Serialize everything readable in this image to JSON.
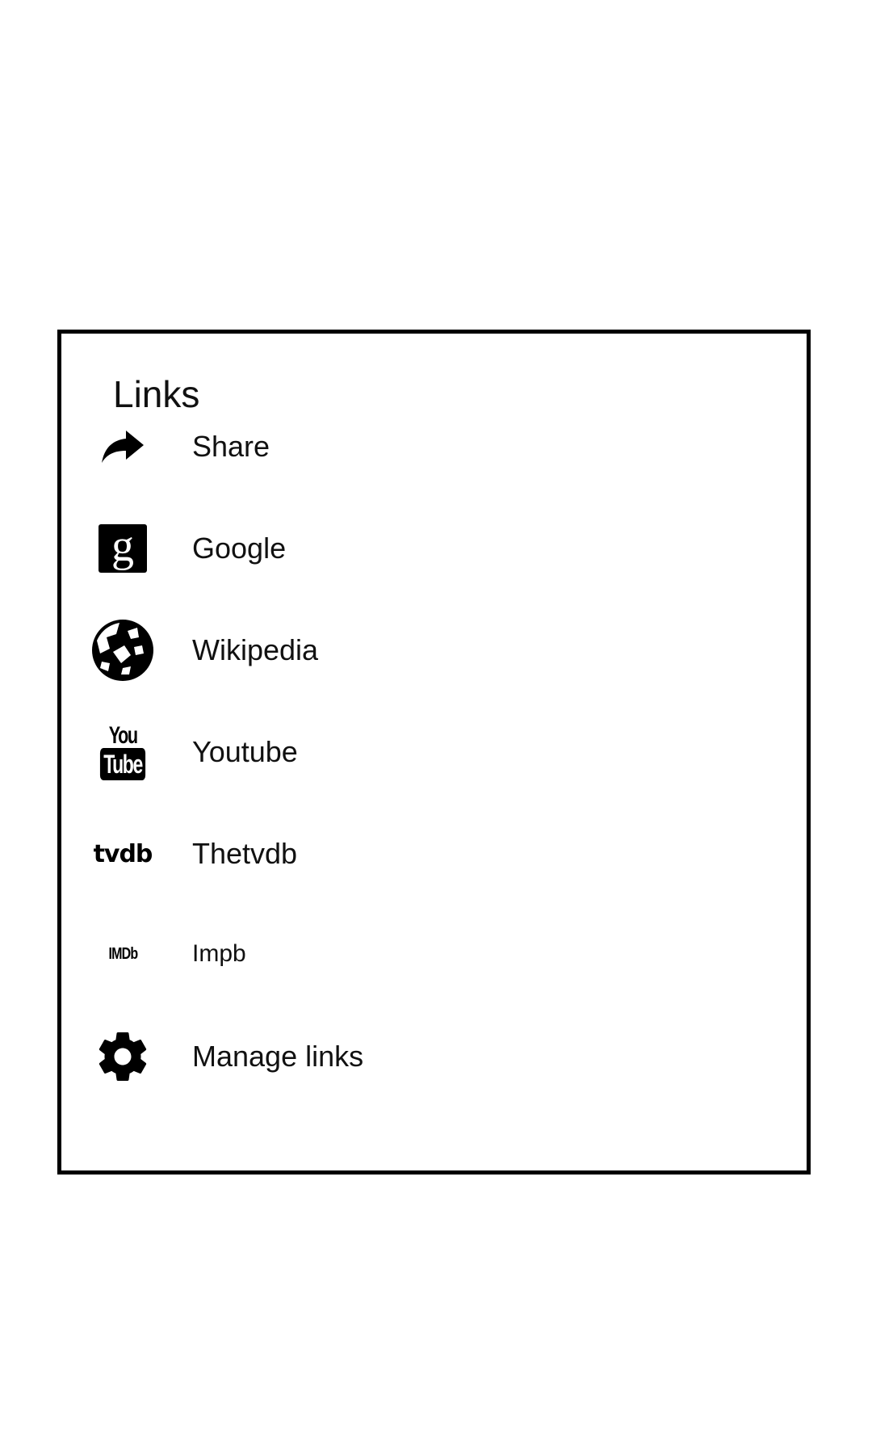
{
  "dialog": {
    "title": "Links",
    "items": [
      {
        "label": "Share",
        "icon": "share-icon"
      },
      {
        "label": "Google",
        "icon": "google-icon",
        "icon_text": "g"
      },
      {
        "label": "Wikipedia",
        "icon": "wikipedia-icon"
      },
      {
        "label": "Youtube",
        "icon": "youtube-icon",
        "icon_text_top": "You",
        "icon_text_bottom": "Tube"
      },
      {
        "label": "Thetvdb",
        "icon": "tvdb-icon",
        "icon_text": "tvdb"
      },
      {
        "label": "Impb",
        "icon": "imdb-icon",
        "icon_text": "IMDb"
      },
      {
        "label": "Manage links",
        "icon": "gear-icon"
      }
    ]
  },
  "colors": {
    "border": "#000000",
    "background": "#ffffff",
    "text": "#111111"
  }
}
